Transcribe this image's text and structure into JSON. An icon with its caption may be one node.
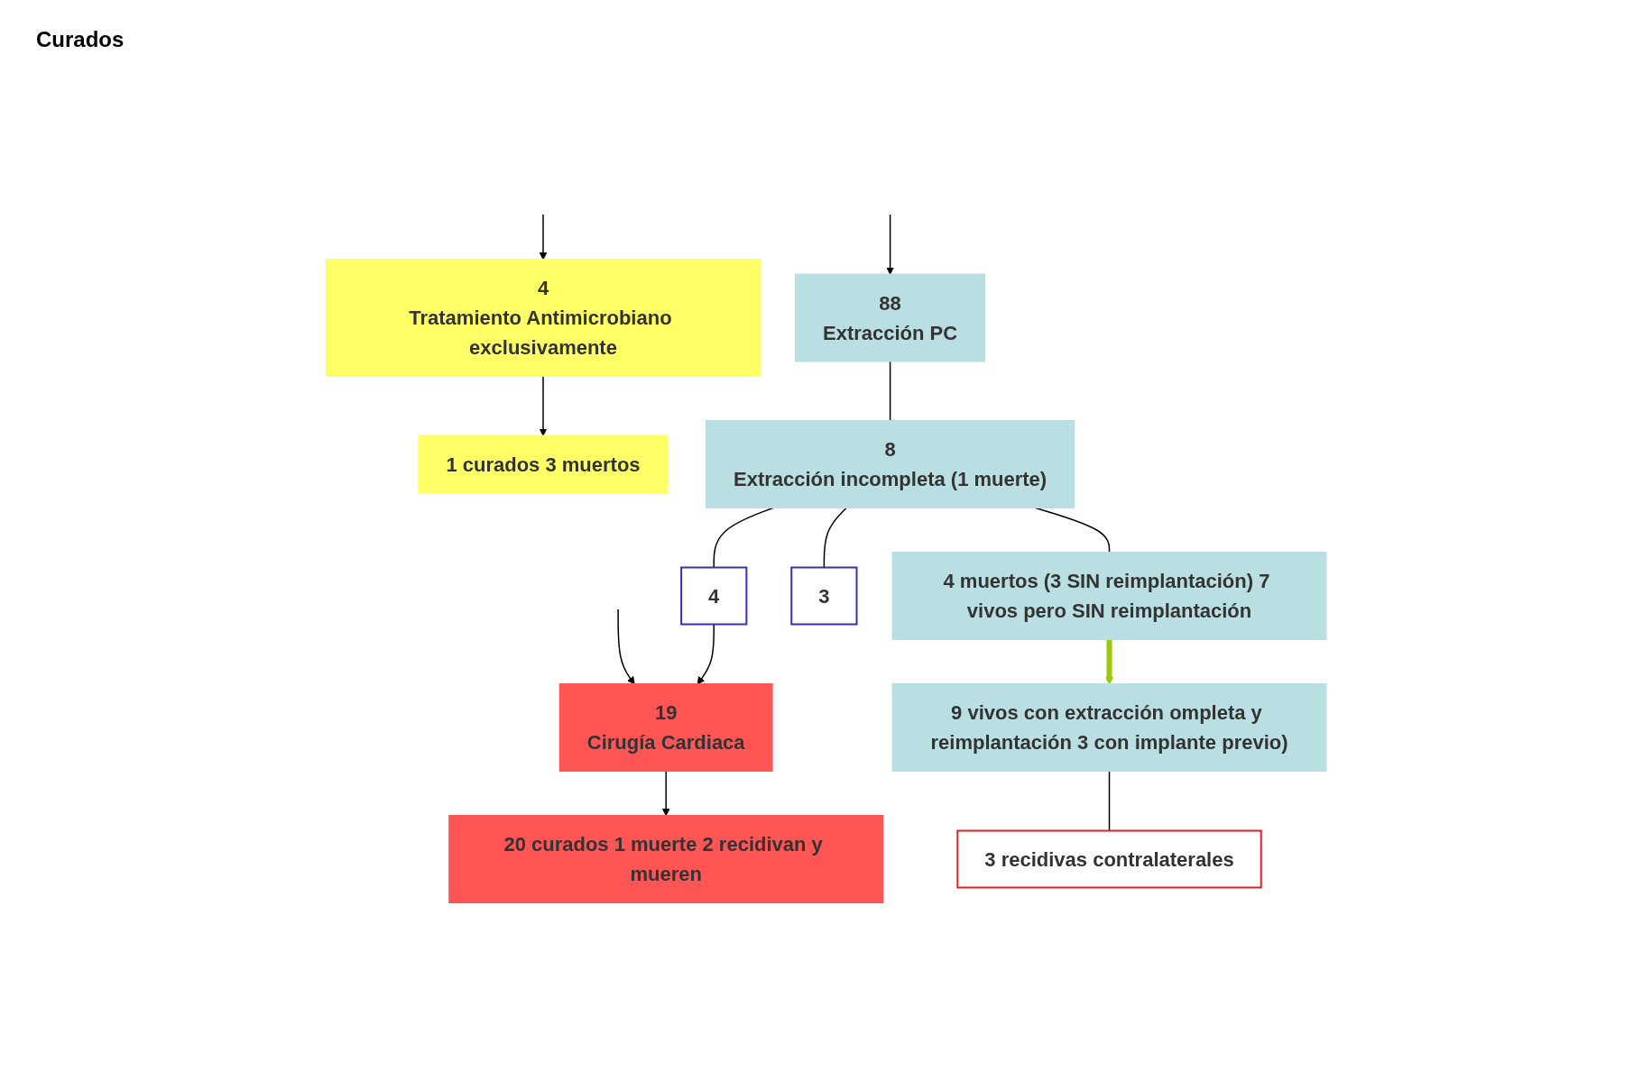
{
  "diagram": {
    "nodes": [
      {
        "text": [
          "4",
          "Tratamiento Antimicrobiano exclusivamente"
        ]
      },
      {
        "text": [
          "19",
          "Cirugía Cardiaca"
        ]
      },
      {
        "text": [
          "88",
          "Extracción PC"
        ]
      },
      {
        "text": [
          "1 curados 3 muertos"
        ]
      },
      {
        "text": [
          "20 curados 1 muerte 2 recidivan y mueren"
        ]
      },
      {
        "text": [
          "4"
        ]
      },
      {
        "text": [
          "8",
          "Extracción incompleta (1 muerte)"
        ]
      },
      {
        "text": [
          "4 muertos (3 SIN reimplantación) 7 vivos pero SIN reimplantación"
        ]
      },
      {
        "text": [
          "9 vivos con extracción ompleta y reimplantación 3 con implante previo)"
        ]
      },
      {
        "text": [
          "3 recidivas contralaterales"
        ]
      },
      {
        "text": [
          "3"
        ]
      }
    ],
    "edges": [
      {
        "from": null,
        "to": 0,
        "arrow": "to"
      },
      {
        "from": null,
        "to": 1,
        "arrow": "to"
      },
      {
        "from": null,
        "to": 2,
        "arrow": "to"
      },
      {
        "from": 0,
        "to": 3,
        "arrow": "to"
      },
      {
        "from": 1,
        "to": 4,
        "arrow": "to"
      },
      {
        "from": 2,
        "to": 6,
        "arrow": "none"
      },
      {
        "from": 6,
        "to": 5,
        "arrow": "none"
      },
      {
        "from": 5,
        "to": 1,
        "arrow": "to"
      },
      {
        "from": 6,
        "to": 7,
        "arrow": "none"
      },
      {
        "from": 7,
        "to": 8,
        "arrow": "to",
        "style": "thick",
        "color": "#99cc00"
      },
      {
        "from": 8,
        "to": 9,
        "arrow": "none"
      },
      {
        "from": 6,
        "to": 10,
        "arrow": "none"
      }
    ],
    "labels": [
      "Curados"
    ]
  }
}
